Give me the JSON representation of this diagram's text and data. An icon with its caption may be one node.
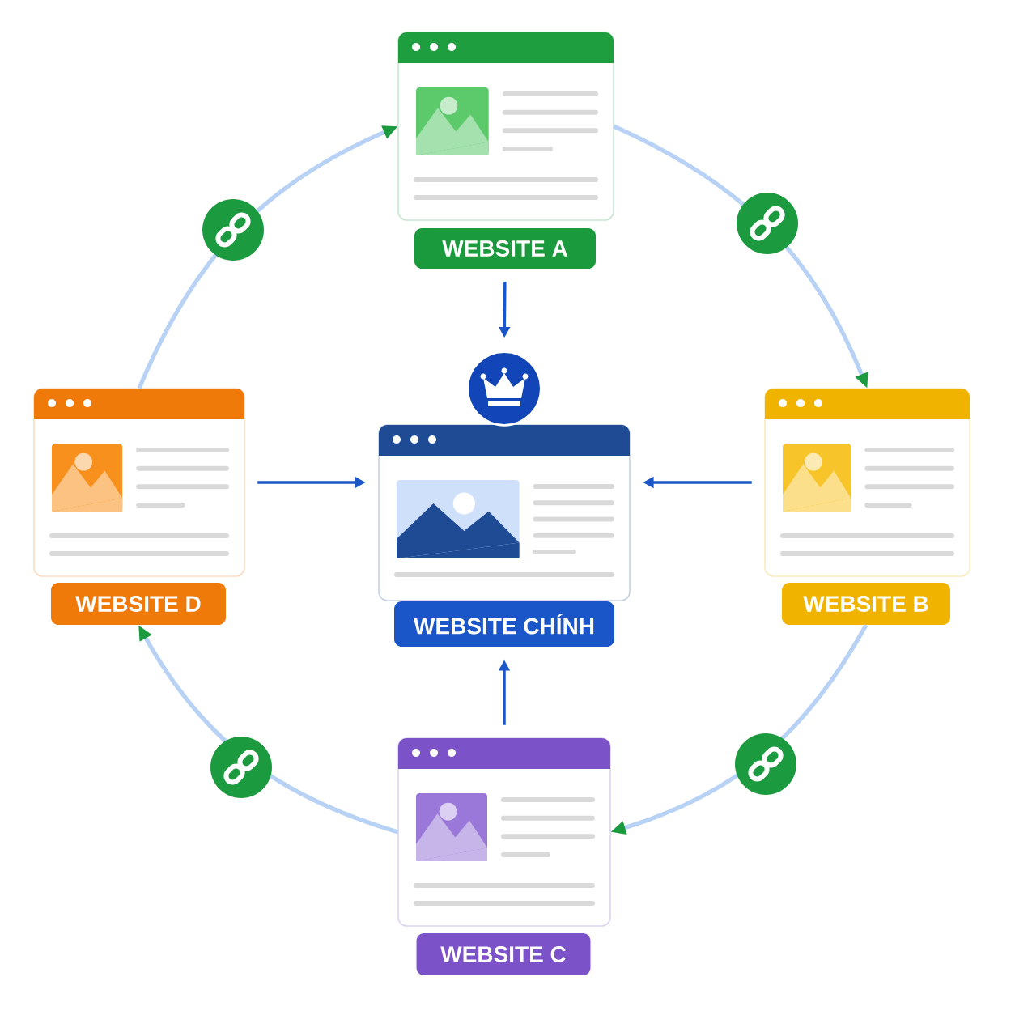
{
  "diagram": {
    "nodes": [
      {
        "text": [
          "WEBSITE A"
        ]
      },
      {
        "text": [
          "WEBSITE B"
        ]
      },
      {
        "text": [
          "WEBSITE C"
        ]
      },
      {
        "text": [
          "WEBSITE D"
        ]
      },
      {
        "text": [
          "WEBSITE CHÍNH"
        ]
      }
    ],
    "edges": [
      {
        "from": 0,
        "to": 1,
        "arrow": "to",
        "color": "#b8d2f6"
      },
      {
        "from": 1,
        "to": 2,
        "arrow": "to",
        "color": "#b8d2f6"
      },
      {
        "from": 2,
        "to": 3,
        "arrow": "to",
        "color": "#b8d2f6"
      },
      {
        "from": 3,
        "to": 0,
        "arrow": "to",
        "color": "#b8d2f6"
      },
      {
        "from": 0,
        "to": 4,
        "arrow": "to",
        "color": "#1a56c8"
      },
      {
        "from": 1,
        "to": 4,
        "arrow": "to",
        "color": "#1a56c8"
      },
      {
        "from": 2,
        "to": 4,
        "arrow": "to",
        "color": "#1a56c8"
      },
      {
        "from": 3,
        "to": 4,
        "arrow": "to",
        "color": "#1a56c8"
      }
    ]
  }
}
